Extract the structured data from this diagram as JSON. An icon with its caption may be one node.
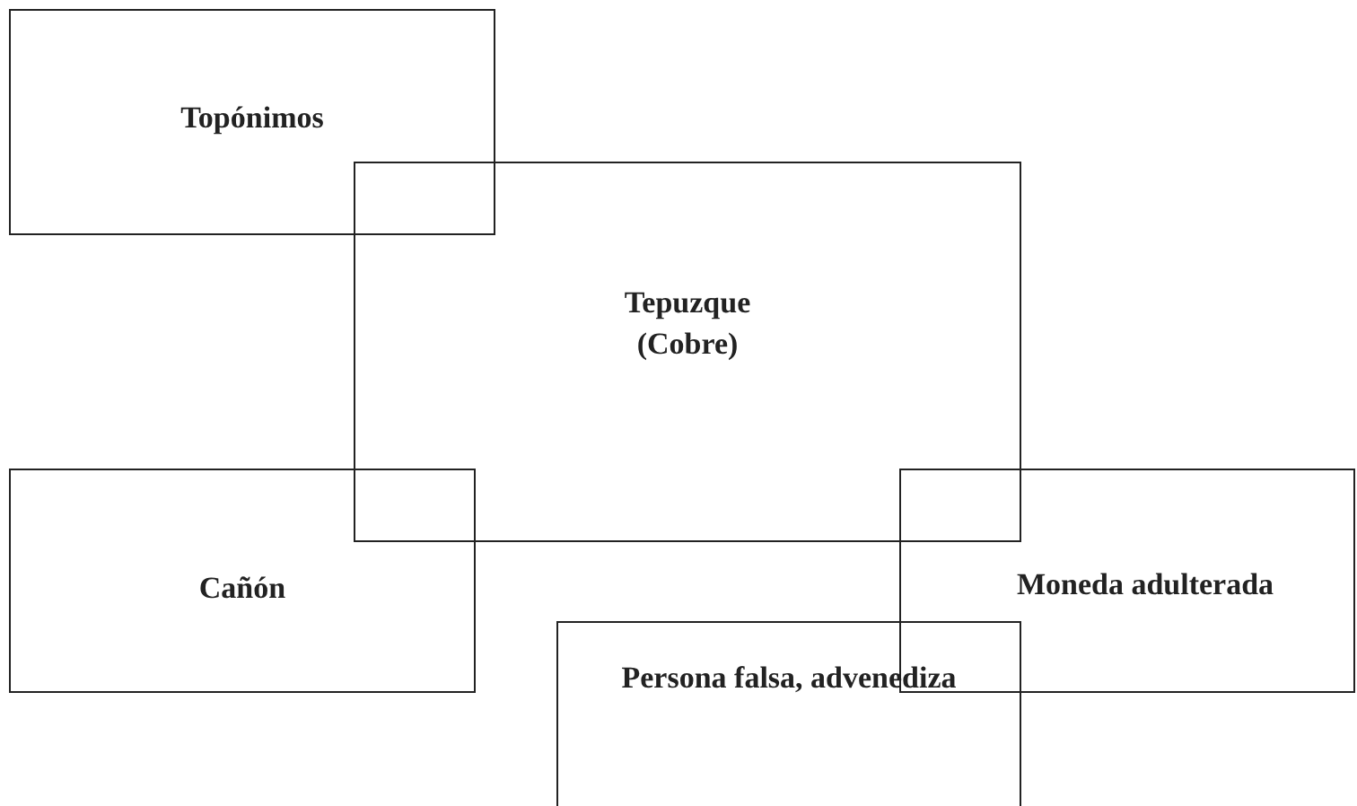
{
  "diagram": {
    "nodes": [
      {
        "text": [
          "Topónimos"
        ]
      },
      {
        "text": [
          "Tepuzque (Cobre)"
        ]
      },
      {
        "text": [
          "Cañón"
        ]
      },
      {
        "text": [
          "Moneda adulterada"
        ]
      },
      {
        "text": [
          "Persona falsa, advenediza"
        ]
      }
    ]
  }
}
